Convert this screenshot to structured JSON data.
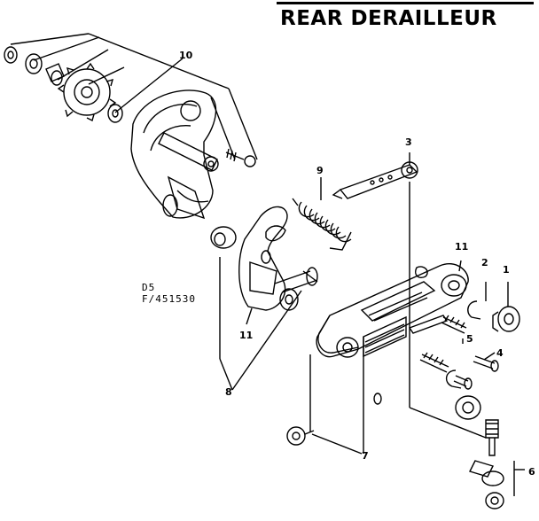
{
  "title": "REAR DERAILLEUR",
  "reference": {
    "line1": "D5",
    "line2": "F/451530"
  },
  "callouts": {
    "c1": "1",
    "c2": "2",
    "c3": "3",
    "c4": "4",
    "c5": "5",
    "c6": "6",
    "c7": "7",
    "c8": "8",
    "c9": "9",
    "c10": "10",
    "c11a": "11",
    "c11b": "11"
  }
}
